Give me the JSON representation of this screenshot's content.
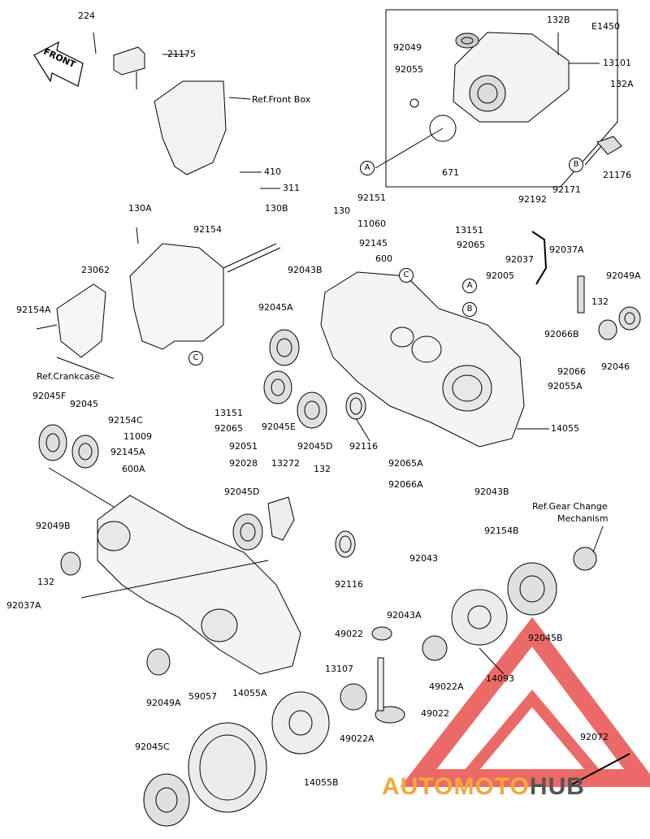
{
  "diagram": {
    "code": "E1450",
    "front_label": "FRONT",
    "callouts": {
      "a": "A",
      "b": "B",
      "c": "C"
    },
    "refs": {
      "front_box": "Ref.Front Box",
      "crankcase": "Ref.Crankcase",
      "gear_change_1": "Ref.Gear Change",
      "gear_change_2": "Mechanism"
    },
    "parts": {
      "p224": "224",
      "p21175": "21175",
      "p410": "410",
      "p311": "311",
      "p132B": "132B",
      "p92049": "92049",
      "p13101": "13101",
      "p92055": "92055",
      "p132A": "132A",
      "p671": "671",
      "p21176": "21176",
      "p130A": "130A",
      "p92154": "92154",
      "p130B": "130B",
      "p23062": "23062",
      "p92154A": "92154A",
      "p130": "130",
      "p92151": "92151",
      "p11060": "11060",
      "p13151": "13151",
      "p92145": "92145",
      "p92065": "92065",
      "p600": "600",
      "p92192": "92192",
      "p92171": "92171",
      "p92037A": "92037A",
      "p92037": "92037",
      "p92005": "92005",
      "p92049A": "92049A",
      "p132": "132",
      "p92043B": "92043B",
      "p92045A": "92045A",
      "p92066B": "92066B",
      "p92046": "92046",
      "p92066": "92066",
      "p92055A": "92055A",
      "p92045E": "92045E",
      "p92045D": "92045D",
      "p92116": "92116",
      "p14055": "14055",
      "p92065A": "92065A",
      "p92043B_2": "92043B",
      "p92066A": "92066A",
      "p92045F": "92045F",
      "p92045": "92045",
      "p92154C": "92154C",
      "p13151_2": "13151",
      "p11009": "11009",
      "p92065_2": "92065",
      "p92145A": "92145A",
      "p92051": "92051",
      "p600A": "600A",
      "p92028": "92028",
      "p13272": "13272",
      "p132_2": "132",
      "p92045D_2": "92045D",
      "p92049B": "92049B",
      "p132_3": "132",
      "p92037A_2": "92037A",
      "p92116_2": "92116",
      "p92154B": "92154B",
      "p92043": "92043",
      "p92043A": "92043A",
      "p49022": "49022",
      "p13107": "13107",
      "p49022A": "49022A",
      "p14093": "14093",
      "p92045B": "92045B",
      "p92049A_2": "92049A",
      "p14055A": "14055A",
      "p59057": "59057",
      "p49022_2": "49022",
      "p49022A_2": "49022A",
      "p92045C": "92045C",
      "p14055B": "14055B",
      "p92072": "92072"
    }
  },
  "watermark": {
    "part1": "AUTOMOTO",
    "part2": "HUB",
    "color1": "#f2a93a",
    "color2": "#555555",
    "logo_color": "#e53935"
  }
}
